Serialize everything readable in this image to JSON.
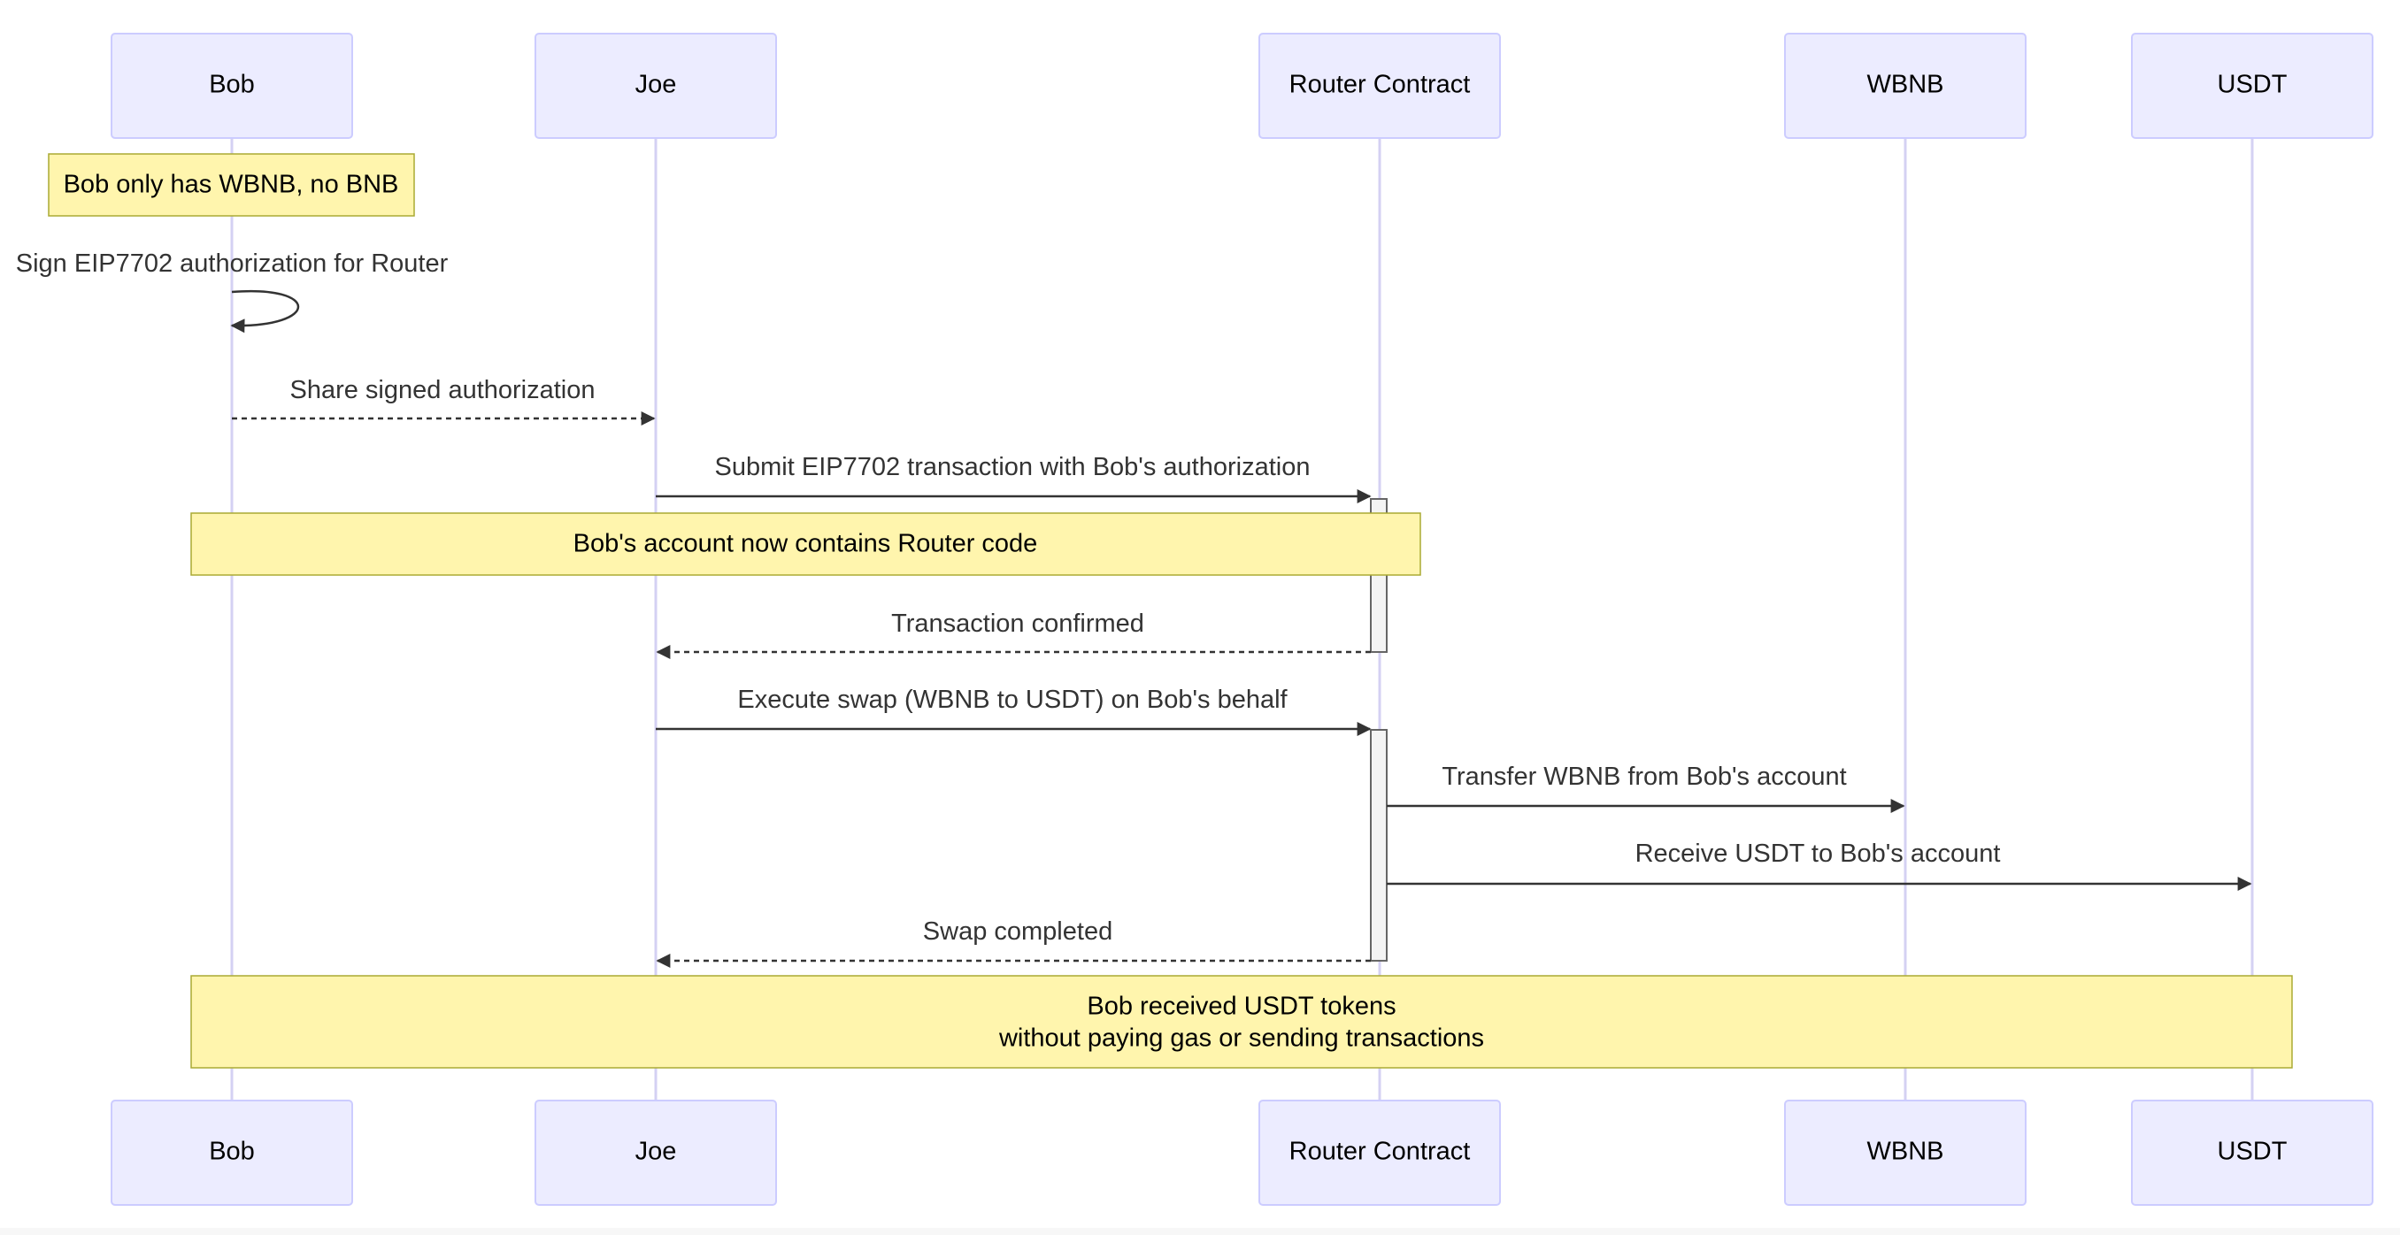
{
  "participants": [
    {
      "id": "bob",
      "label": "Bob"
    },
    {
      "id": "joe",
      "label": "Joe"
    },
    {
      "id": "router",
      "label": "Router Contract"
    },
    {
      "id": "wbnb",
      "label": "WBNB"
    },
    {
      "id": "usdt",
      "label": "USDT"
    }
  ],
  "notes": [
    {
      "lines": [
        "Bob only has WBNB, no BNB"
      ]
    },
    {
      "lines": [
        "Bob's account now contains Router code"
      ]
    },
    {
      "lines": [
        "Bob received USDT tokens",
        "without paying gas or sending transactions"
      ]
    }
  ],
  "messages": [
    {
      "from": "bob",
      "to": "bob",
      "label": "Sign EIP7702 authorization for Router",
      "style": "solid"
    },
    {
      "from": "bob",
      "to": "joe",
      "label": "Share signed authorization",
      "style": "dashed"
    },
    {
      "from": "joe",
      "to": "router",
      "label": "Submit EIP7702 transaction with Bob's authorization",
      "style": "solid"
    },
    {
      "from": "router",
      "to": "joe",
      "label": "Transaction confirmed",
      "style": "dashed"
    },
    {
      "from": "joe",
      "to": "router",
      "label": "Execute swap (WBNB to USDT) on Bob's behalf",
      "style": "solid"
    },
    {
      "from": "router",
      "to": "wbnb",
      "label": "Transfer WBNB from Bob's account",
      "style": "solid"
    },
    {
      "from": "router",
      "to": "usdt",
      "label": "Receive USDT to Bob's account",
      "style": "solid"
    },
    {
      "from": "router",
      "to": "joe",
      "label": "Swap completed",
      "style": "dashed"
    }
  ],
  "colors": {
    "actor_fill": "#ECECFF",
    "actor_border": "#CCCCFF",
    "lifeline": "#D4D1F3",
    "note_fill": "#FFF5AD",
    "note_border": "#AAAA33",
    "arrow": "#333333",
    "activation_fill": "#F4F4F4"
  }
}
